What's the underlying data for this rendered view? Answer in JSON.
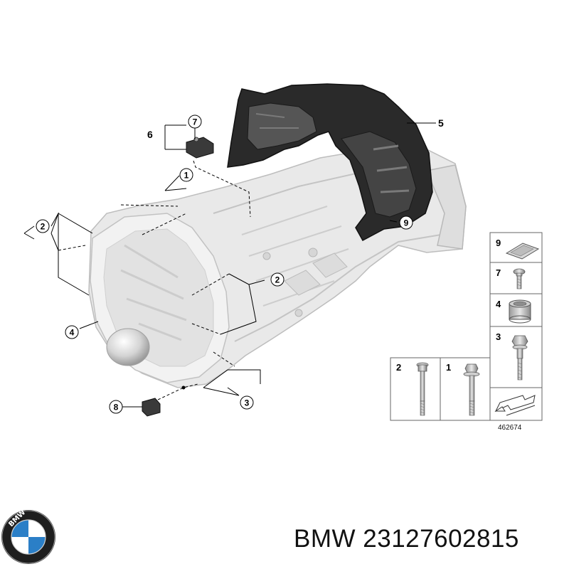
{
  "diagram": {
    "callouts": {
      "c1": "1",
      "c2a": "2",
      "c2b": "2",
      "c3": "3",
      "c4": "4",
      "c5": "5",
      "c6": "6",
      "c7": "7",
      "c8": "8",
      "c9": "9"
    },
    "panel": {
      "p9": "9",
      "p7": "7",
      "p4": "4",
      "p3": "3",
      "p2": "2",
      "p1": "1"
    },
    "reference_number": "462674"
  },
  "logo": {
    "text": "BMW"
  },
  "caption": {
    "brand": "BMW",
    "part_number": "23127602815"
  }
}
